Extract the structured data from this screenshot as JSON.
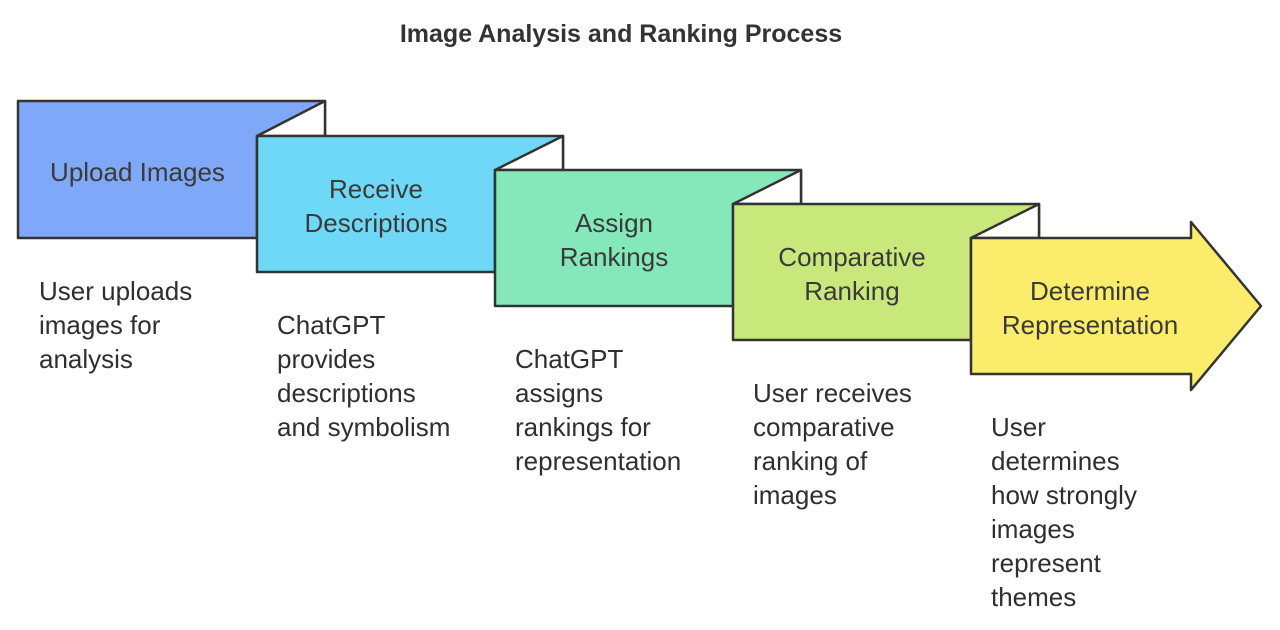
{
  "title": "Image Analysis and Ranking Process",
  "steps": [
    {
      "label": "Upload Images",
      "description": "User uploads\nimages for\nanalysis",
      "color": "#7fa8f8"
    },
    {
      "label": "Receive\nDescriptions",
      "description": "ChatGPT\nprovides\ndescriptions\nand symbolism",
      "color": "#6fd8f6"
    },
    {
      "label": "Assign\nRankings",
      "description": "ChatGPT\nassigns\nrankings for\nrepresentation",
      "color": "#85e8bb"
    },
    {
      "label": "Comparative\nRanking",
      "description": "User receives\ncomparative\nranking of\nimages",
      "color": "#c9e87c"
    },
    {
      "label": "Determine\nRepresentation",
      "description": "User\ndetermines\nhow strongly\nimages\nrepresent\nthemes",
      "color": "#fbec6b"
    }
  ],
  "colors": {
    "outline": "#333333",
    "fold": "#ffffff"
  }
}
